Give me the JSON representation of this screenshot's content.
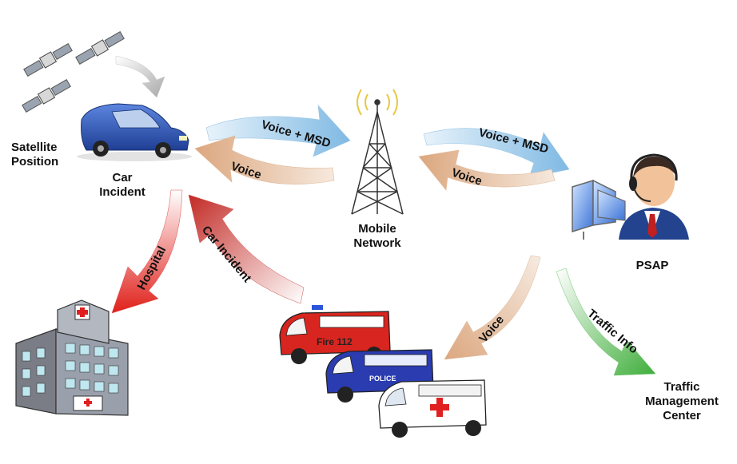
{
  "nodes": {
    "satellite": "Satellite\nPosition",
    "car": "Car\nIncident",
    "mobile": "Mobile\nNetwork",
    "psap": "PSAP",
    "tmc": "Traffic\nManagement\nCenter"
  },
  "arrows": {
    "car_to_network": "Voice + MSD",
    "network_to_car": "Voice",
    "network_to_psap": "Voice + MSD",
    "psap_to_network": "Voice",
    "to_hospital": "Hospital",
    "car_incident": "Car Incident",
    "psap_to_services": "Voice",
    "traffic_info": "Traffic Info"
  },
  "vehicles": {
    "fire": "Fire 112",
    "police": "POLICE"
  },
  "colors": {
    "blue_arrow": "#8fc3e6",
    "tan_arrow": "#e2b694",
    "red_arrow": "#e0302a",
    "green_arrow": "#5cc25a",
    "car_blue": "#2a55b8",
    "fire_red": "#d9251f",
    "police_blue": "#2a3cb0"
  }
}
